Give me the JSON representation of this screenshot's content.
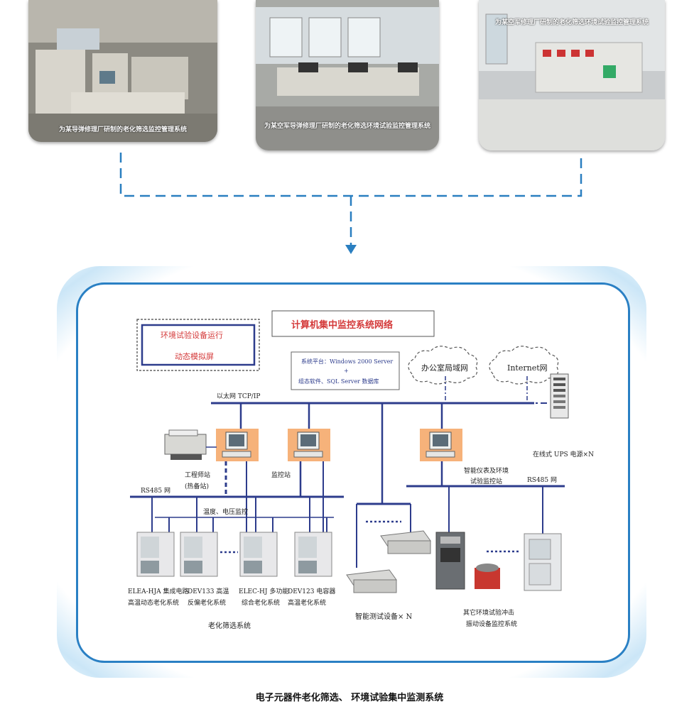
{
  "photos": [
    {
      "caption": "为某导弹修理厂研制的老化筛选监控管理系统"
    },
    {
      "caption": "为某空军导弹修理厂研制的老化筛选环境试验监控管理系统"
    },
    {
      "caption": "为某空军修理厂研制的老化筛选环境试验监控管理系统"
    }
  ],
  "diagram": {
    "network_title": "计算机集中监控系统网络",
    "sim_screen_line1": "环境试验设备运行",
    "sim_screen_line2": "动态模拟屏",
    "platform_line1": "系统平台：Windows 2000 Server",
    "platform_line2": "+",
    "platform_line3": "组态软件、SQL Server 数据库",
    "office_lan": "办公室局域网",
    "internet": "Internet网",
    "ethernet": "以太网  TCP/IP",
    "ups": "在线式 UPS 电源×N",
    "eng_station_line1": "工程师站",
    "eng_station_line2": "(热备站)",
    "monitor_station": "监控站",
    "instr_station_line1": "智能仪表及环境",
    "instr_station_line2": "试验监控站",
    "rs485_left": "RS485  网",
    "rs485_right": "RS485  网",
    "temp_voltage": "温度、电压监控",
    "dev1_line1": "ELEA-HJA 集成电路",
    "dev1_line2": "高温动态老化系统",
    "dev2_line1": "DEV133 高温",
    "dev2_line2": "反偏老化系统",
    "dev3_line1": "ELEC-HJ 多功能",
    "dev3_line2": "综合老化系统",
    "dev4_line1": "DEV123 电容器",
    "dev4_line2": "高温老化系统",
    "aging_system": "老化筛选系统",
    "smart_test": "智能测试设备×  N",
    "other_env_line1": "其它环境试验冲击",
    "other_env_line2": "振动设备监控系统"
  },
  "bottom_title": "电子元器件老化筛选、  环境试验集中监测系统"
}
